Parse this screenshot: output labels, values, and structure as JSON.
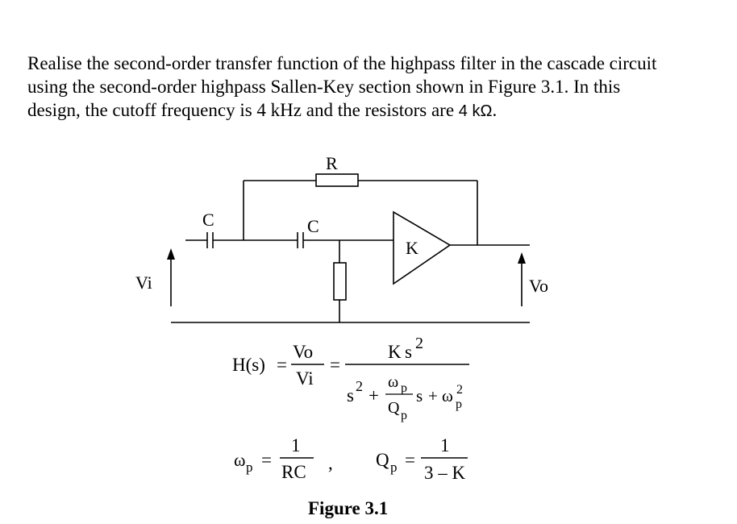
{
  "problem": {
    "line1": "Realise the second-order transfer function of the highpass filter in the cascade circuit",
    "line2": "using the second-order highpass Sallen-Key section shown in Figure 3.1. In this",
    "line3_text": "design, the cutoff frequency is 4 kHz and the resistors are",
    "line3_unit": "4 kΩ",
    "line3_end": "."
  },
  "circuit": {
    "resistor_top": "R",
    "capacitor_1": "C",
    "capacitor_2": "C",
    "amplifier": "K",
    "input": "Vi",
    "output": "Vo"
  },
  "equations": {
    "hs": "H(s)",
    "eq": "=",
    "vo": "Vo",
    "vi": "Vi",
    "eq2": "=",
    "num_k": "K",
    "num_s": "s",
    "num_exp": "2",
    "den_s": "s",
    "den_exp": "2",
    "den_plus1": "+",
    "den_wp": "ω",
    "den_wp_sub": "p",
    "den_qp": "Q",
    "den_qp_sub": "p",
    "den_s2": "s",
    "den_plus2": "+",
    "den_w": "ω",
    "den_w_exp": "2",
    "den_w_sub": "p",
    "wp": "ω",
    "wp_sub": "p",
    "wp_eq": "=",
    "wp_num": "1",
    "wp_den": "RC",
    "comma": ",",
    "qp": "Q",
    "qp_sub": "p",
    "qp_eq": "=",
    "qp_num": "1",
    "qp_den": "3 – K"
  },
  "caption": "Figure 3.1"
}
